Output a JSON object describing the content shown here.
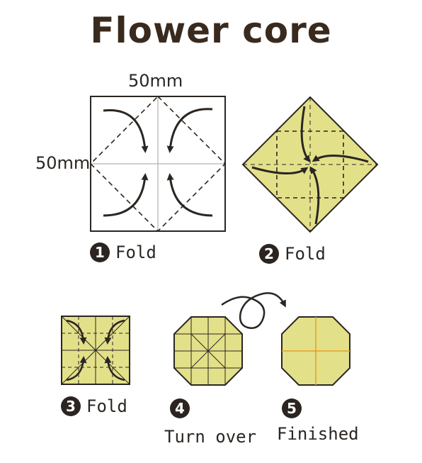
{
  "title": "Flower core",
  "dimensions": {
    "width_label": "50mm",
    "height_label": "50mm"
  },
  "steps": [
    {
      "number": "1",
      "label": "Fold"
    },
    {
      "number": "2",
      "label": "Fold"
    },
    {
      "number": "3",
      "label": "Fold"
    },
    {
      "number": "4",
      "label": "Turn over"
    },
    {
      "number": "5",
      "label": "Finished"
    }
  ],
  "colors": {
    "paper": "#e3e08a",
    "line": "#2a2622",
    "crease": "#a0a0a0",
    "accent": "#e8a020"
  }
}
